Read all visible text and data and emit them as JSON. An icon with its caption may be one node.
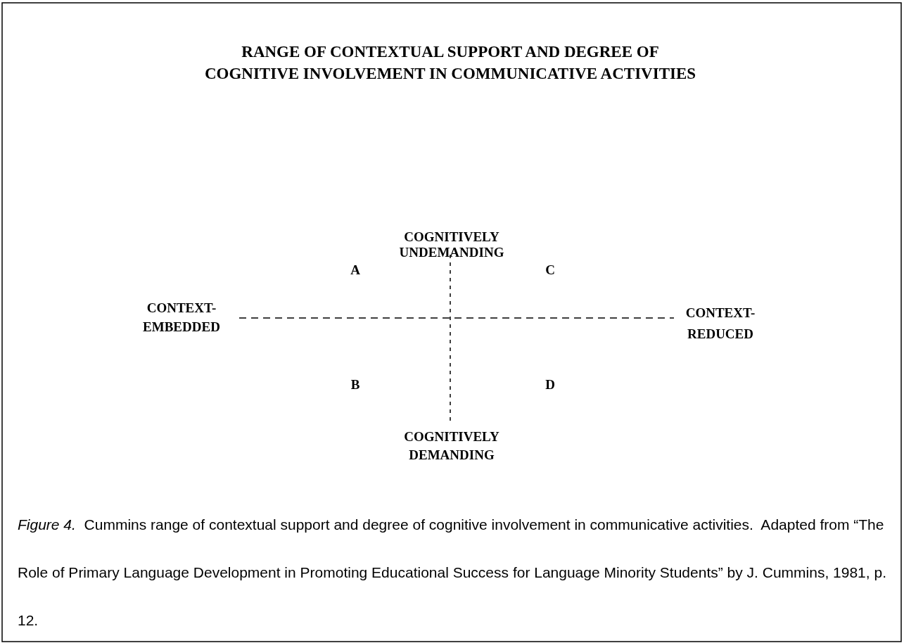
{
  "diagram": {
    "title": "RANGE OF CONTEXTUAL SUPPORT AND DEGREE OF COGNITIVE INVOLVEMENT IN COMMUNICATIVE ACTIVITIES",
    "caption": "*Figure 4.*  Cummins range of contextual support and degree of cognitive involvement in communicative activities.  Adapted from “The Role of Primary Language Development in Promoting Educational Success for Language Minority Students” by J. Cummins, 1981, p. 12.",
    "labels": [
      "COGNITIVELY UNDEMANDING",
      "A",
      "C",
      "CONTEXT- EMBEDDED",
      "CONTEXT- REDUCED",
      "B",
      "D",
      "COGNITIVELY DEMANDING"
    ]
  }
}
